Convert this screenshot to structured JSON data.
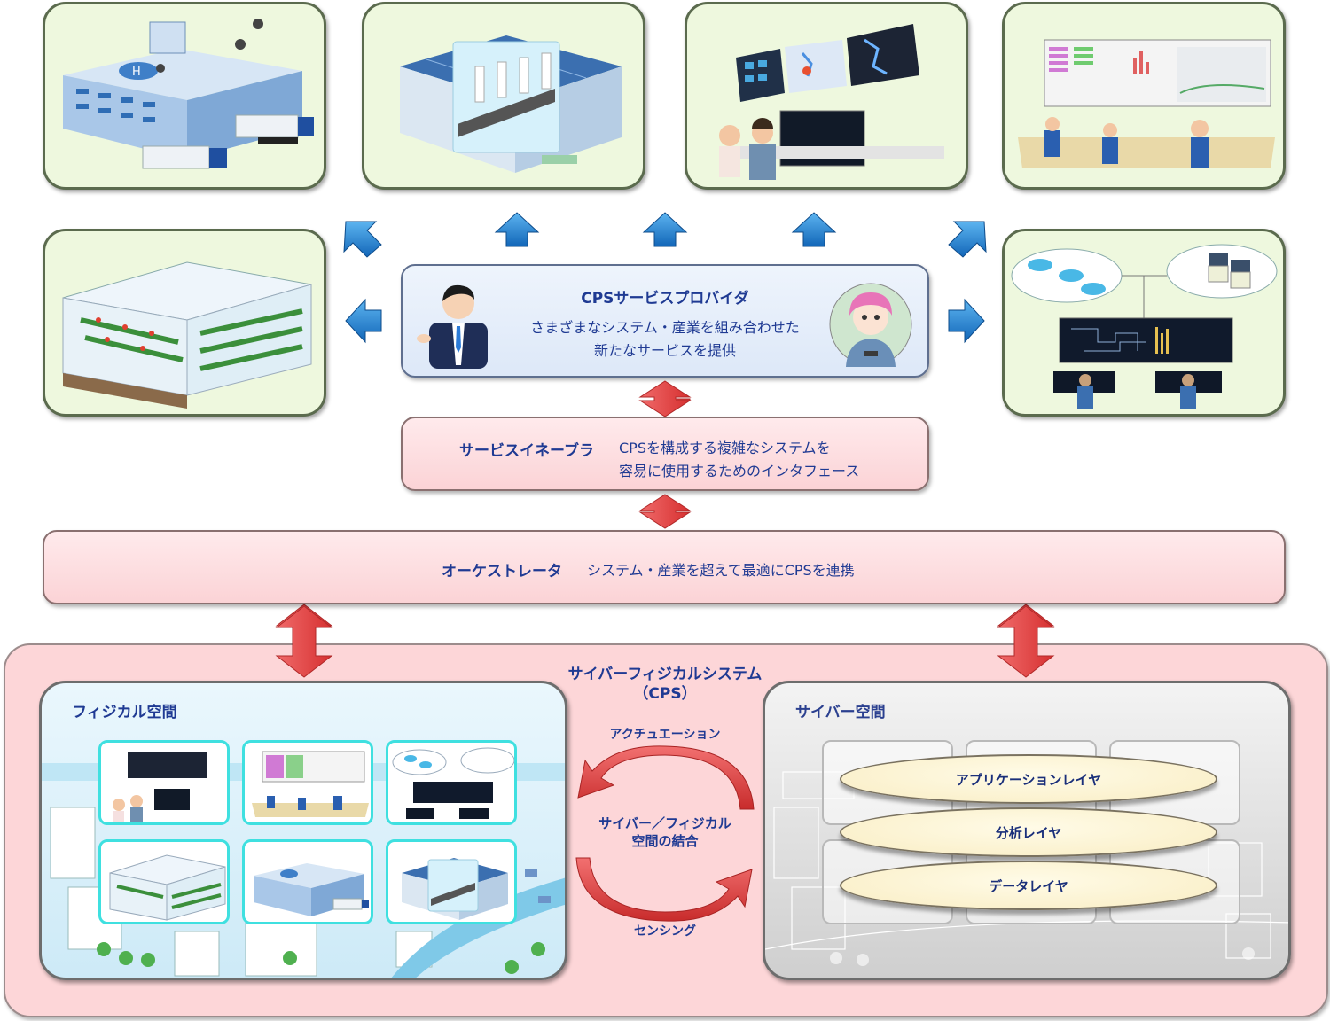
{
  "provider": {
    "title": "CPSサービスプロバイダ",
    "desc_line1": "さまざまなシステム・産業を組み合わせた",
    "desc_line2": "新たなサービスを提供"
  },
  "enabler": {
    "title": "サービスイネーブラ",
    "desc_line1": "CPSを構成する複雑なシステムを",
    "desc_line2": "容易に使用するためのインタフェース"
  },
  "orchestrator": {
    "title": "オーケストレータ",
    "desc": "システム・産業を超えて最適にCPSを連携"
  },
  "cps": {
    "title_line1": "サイバーフィジカルシステム",
    "title_line2": "（CPS）",
    "physical_label": "フィジカル空間",
    "cyber_label": "サイバー空間",
    "actuation": "アクチュエーション",
    "link_line1": "サイバー／フィジカル",
    "link_line2": "空間の結合",
    "sensing": "センシング",
    "layers": [
      "アプリケーションレイヤ",
      "分析レイヤ",
      "データレイヤ"
    ]
  },
  "colors": {
    "arrow_blue": "#1e88d8",
    "arrow_red": "#e84848",
    "tile_bg": "#eef8de",
    "text_navy": "#1f3a93"
  },
  "icons": {
    "service_tiles": [
      "logistics-warehouse-icon",
      "food-factory-icon",
      "weather-monitoring-icon",
      "operations-center-icon",
      "greenhouse-farm-icon",
      "ev-energy-grid-icon"
    ],
    "people": [
      "businessman-icon",
      "engineer-icon"
    ]
  }
}
